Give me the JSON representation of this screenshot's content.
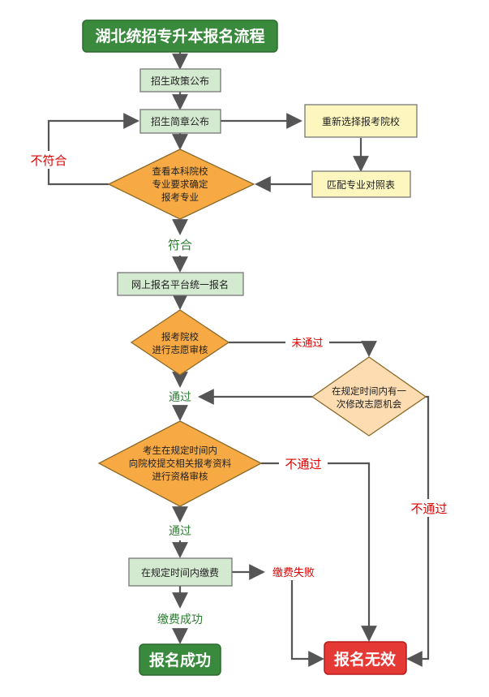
{
  "title": "湖北统招专升本报名流程",
  "nodes": {
    "policy": "招生政策公布",
    "brochure": "招生简章公布",
    "reselect": "重新选择报考院校",
    "match_table": "匹配专业对照表",
    "check_major": [
      "查看本科院校",
      "专业要求确定",
      "报考专业"
    ],
    "online_register": "网上报名平台统一报名",
    "review_wish": [
      "报考院校",
      "进行志愿审核"
    ],
    "modify_chance": [
      "在规定时间内有一",
      "次修改志愿机会"
    ],
    "qualification": [
      "考生在规定时间内",
      "向院校提交相关报考资料",
      "进行资格审核"
    ],
    "pay": "在规定时间内缴费",
    "success": "报名成功",
    "invalid": "报名无效"
  },
  "labels": {
    "not_match": "不符合",
    "match": "符合",
    "not_passed_1": "未通过",
    "passed_1": "通过",
    "not_passed_2": "不通过",
    "not_passed_3": "不通过",
    "passed_2": "通过",
    "pay_failed": "缴费失败",
    "pay_success": "缴费成功"
  },
  "colors": {
    "title_bg": "#3a8a3e",
    "green_box": "#d4ead0",
    "yellow_box": "#fdf6bf",
    "orange_diamond": "#f7a943",
    "light_diamond": "#fcdcb0",
    "success_bg": "#3a8a3e",
    "invalid_bg": "#e53935",
    "arrow": "#555555"
  }
}
